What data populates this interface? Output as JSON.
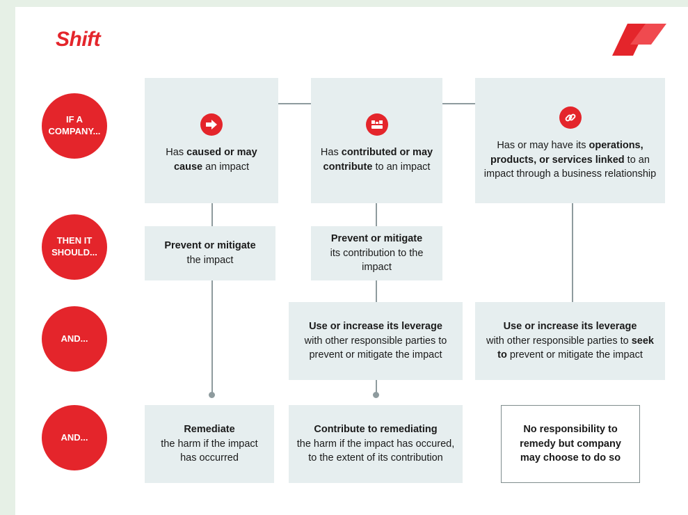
{
  "brand": {
    "logo_text": "Shift"
  },
  "rows": {
    "if": "IF A\nCOMPANY...",
    "then": "THEN IT\nSHOULD...",
    "and1": "AND...",
    "and2": "AND..."
  },
  "col1": {
    "if": {
      "pre": "Has ",
      "bold": "caused or may cause",
      "post": " an impact"
    },
    "then": {
      "bold": "Prevent or mitigate",
      "post": "the impact"
    },
    "remedy": {
      "bold": "Remediate",
      "post": "the harm if the impact has occurred"
    }
  },
  "col2": {
    "if": {
      "pre": "Has ",
      "bold": "contributed or may contribute",
      "post": " to an impact"
    },
    "then": {
      "bold": "Prevent or mitigate",
      "post": "its contribution to the impact"
    },
    "leverage": {
      "bold": "Use or increase its leverage",
      "post": "with other responsible parties to prevent or mitigate the impact"
    },
    "remedy": {
      "bold": "Contribute to remediating",
      "post": "the harm if the impact has occured, to the extent of its contribution"
    }
  },
  "col3": {
    "if": {
      "pre": "Has or may have its ",
      "bold": "operations, products, or services linked",
      "post": " to an impact through a business relationship"
    },
    "leverage": {
      "bold": "Use or increase its leverage",
      "mid": "with other responsible parties to ",
      "bold2": "seek to",
      "post": " prevent or mitigate the impact"
    },
    "remedy": "No responsibility to remedy but company may choose to do so"
  },
  "icons": [
    "arrow-right-icon",
    "handshake-icon",
    "link-icon"
  ],
  "colors": {
    "accent": "#e4252b",
    "box": "#e6eeef",
    "line": "#8e9b9e",
    "frame": "#e6f0e6"
  }
}
